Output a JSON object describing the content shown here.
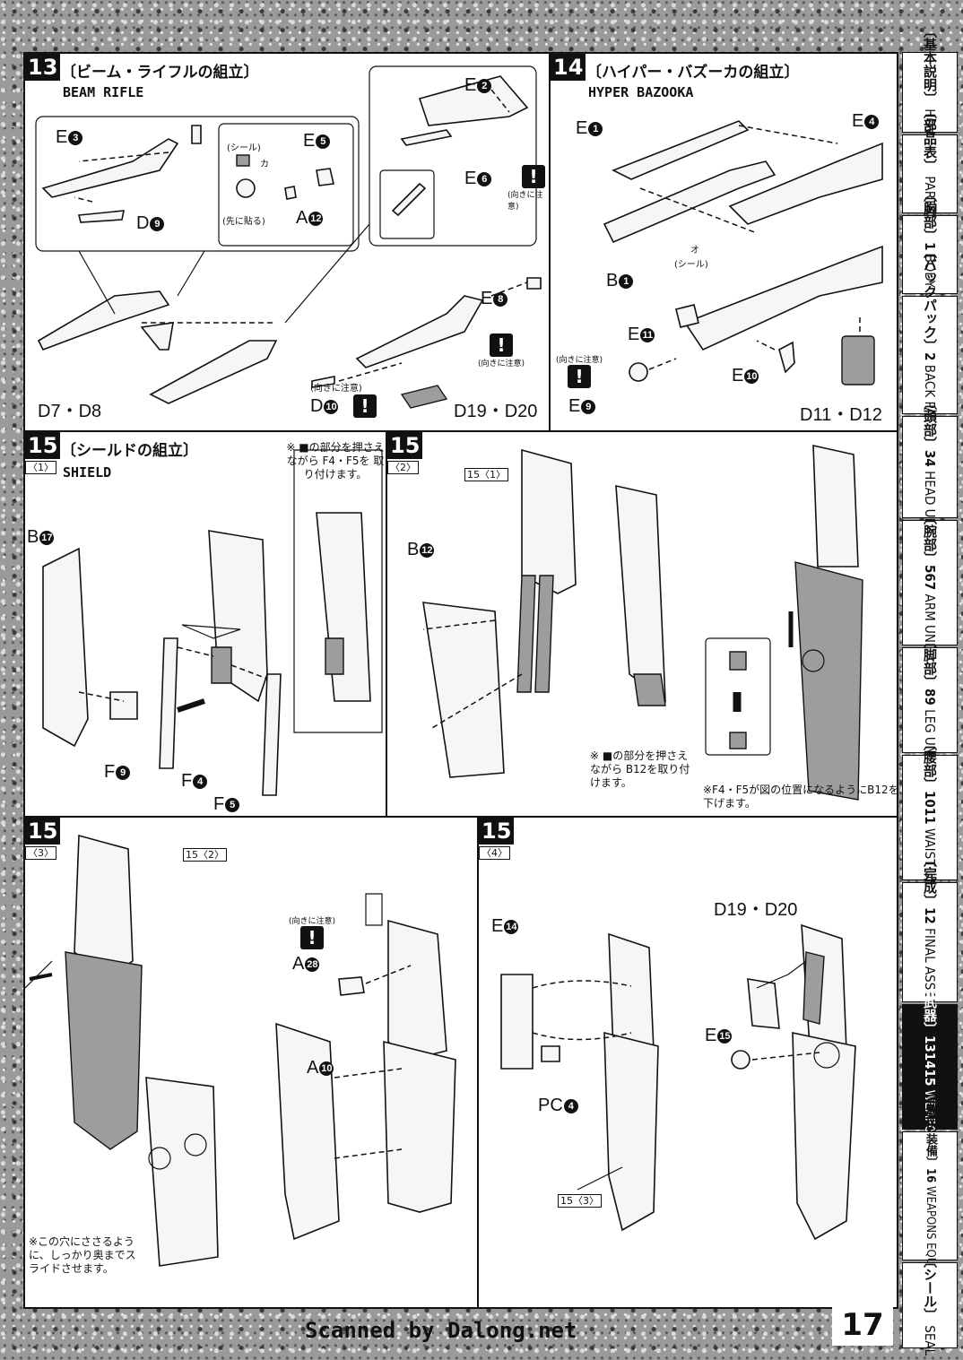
{
  "step13": {
    "number": "13",
    "title_jp": "〔ビーム・ライフルの組立〕",
    "title_en": "BEAM RIFLE",
    "parts": {
      "e3": "E",
      "e3n": "3",
      "e5": "E",
      "e5n": "5",
      "e2": "E",
      "e2n": "2",
      "e6": "E",
      "e6n": "6",
      "d9": "D",
      "d9n": "9",
      "a12": "A",
      "a12n": "12",
      "d7d8": "D7・D8",
      "e8": "E",
      "e8n": "8",
      "d10": "D",
      "d10n": "10",
      "d19d20": "D19・D20"
    },
    "seal_label": "(シール)",
    "seal_mark": "カ",
    "apply_first": "(先に貼る)",
    "caution_direction": "(向きに注意)"
  },
  "step14": {
    "number": "14",
    "title_jp": "〔ハイパー・バズーカの組立〕",
    "title_en": "HYPER BAZOOKA",
    "parts": {
      "e1": "E",
      "e1n": "1",
      "e4": "E",
      "e4n": "4",
      "b1": "B",
      "b1n": "1",
      "e11": "E",
      "e11n": "11",
      "e10": "E",
      "e10n": "10",
      "e9": "E",
      "e9n": "9",
      "d11d12": "D11・D12"
    },
    "seal_label": "(シール)",
    "seal_mark": "オ",
    "caution_direction": "(向きに注意)"
  },
  "step15_1": {
    "number": "15",
    "sub": "〈1〉",
    "title_jp": "〔シールドの組立〕",
    "title_en": "SHIELD",
    "parts": {
      "b17": "B",
      "b17n": "17",
      "f9": "F",
      "f9n": "9",
      "f4": "F",
      "f4n": "4",
      "f5": "F",
      "f5n": "5"
    },
    "note": "※ ■の部分を押さえながら F4・F5を 取り付けます。"
  },
  "step15_2": {
    "number": "15",
    "sub": "〈2〉",
    "ref": "15〈1〉",
    "parts": {
      "b12": "B",
      "b12n": "12"
    },
    "note1": "※ ■の部分を押さえながら B12を取り付けます。",
    "note2": "※F4・F5が図の位置になるようにB12を下げます。"
  },
  "step15_3": {
    "number": "15",
    "sub": "〈3〉",
    "ref": "15〈2〉",
    "parts": {
      "a28": "A",
      "a28n": "28",
      "a10": "A",
      "a10n": "10"
    },
    "caution_direction": "(向きに注意)",
    "note": "※この穴にささるように、しっかり奥までスライドさせます。"
  },
  "step15_4": {
    "number": "15",
    "sub": "〈4〉",
    "ref": "15〈3〉",
    "parts": {
      "e14": "E",
      "e14n": "14",
      "pc4": "PC",
      "pc4n": "4",
      "d19d20": "D19・D20",
      "e15": "E",
      "e15n": "15"
    }
  },
  "sidebar": [
    {
      "jp": "〔基本説明〕",
      "en": "HOW TO",
      "num": ""
    },
    {
      "jp": "〔部品表〕",
      "en": "PARTS LIST",
      "num": ""
    },
    {
      "jp": "〔胸部〕",
      "en": "BODY UNIT",
      "num": "1"
    },
    {
      "jp": "〔バックパック〕",
      "en": "BACK PACK UNIT",
      "num": "2"
    },
    {
      "jp": "〔頭部〕",
      "en": "HEAD UNIT",
      "num": "34"
    },
    {
      "jp": "〔腕部〕",
      "en": "ARM UNIT",
      "num": "567"
    },
    {
      "jp": "〔脚部〕",
      "en": "LEG UNIT",
      "num": "89"
    },
    {
      "jp": "〔腰部〕",
      "en": "WAIST UNIT",
      "num": "1011"
    },
    {
      "jp": "〔完成〕",
      "en": "FINAL ASSEMBLE",
      "num": "12"
    },
    {
      "jp": "〔武器〕",
      "en": "WEAPONS",
      "num": "131415"
    },
    {
      "jp": "〔武器の装備〕",
      "en": "WEAPONS EQUIPMENT",
      "num": "16"
    },
    {
      "jp": "〔シール〕",
      "en": "SEAL",
      "num": ""
    }
  ],
  "footer": "Scanned by Dalong.net",
  "page_number": "17"
}
